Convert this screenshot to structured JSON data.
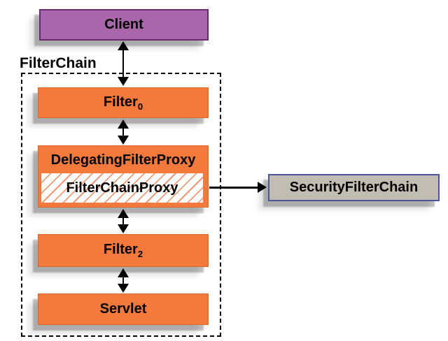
{
  "diagram": {
    "type": "architecture-diagram",
    "region_title": "FilterChain",
    "nodes": {
      "client": {
        "label": "Client"
      },
      "filter0": {
        "label": "Filter",
        "subscript": "0"
      },
      "delegating_filter_proxy": {
        "label": "DelegatingFilterProxy"
      },
      "filter_chain_proxy": {
        "label": "FilterChainProxy"
      },
      "security_filter_chain": {
        "label": "SecurityFilterChain"
      },
      "filter2": {
        "label": "Filter",
        "subscript": "2"
      },
      "servlet": {
        "label": "Servlet"
      }
    },
    "edges": [
      {
        "from": "client",
        "to": "filter0",
        "style": "double-arrow"
      },
      {
        "from": "filter0",
        "to": "delegating_filter_proxy",
        "style": "double-arrow"
      },
      {
        "from": "filter_chain_proxy",
        "to": "security_filter_chain",
        "style": "arrow-right"
      },
      {
        "from": "delegating_filter_proxy",
        "to": "filter2",
        "style": "double-arrow"
      },
      {
        "from": "filter2",
        "to": "servlet",
        "style": "double-arrow"
      }
    ],
    "colors": {
      "client_fill": "#a867aa",
      "client_border": "#672c6e",
      "filter_fill": "#f4793d",
      "filter_border": "#d8682a",
      "hatch_line": "#f4895c",
      "security_filter_chain_fill": "#c1bdb3",
      "security_filter_chain_border": "#4a5699",
      "arrow": "#000000",
      "dashed_region_border": "#000000",
      "background": "#ffffff"
    }
  }
}
